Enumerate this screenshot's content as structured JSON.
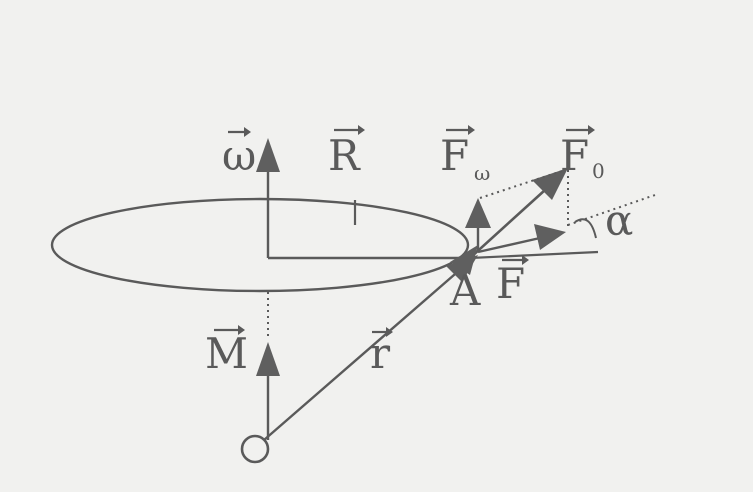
{
  "labels": {
    "omega": "ω",
    "R": "R",
    "F_omega_main": "F",
    "F_omega_sub": "ω",
    "F0_main": "F",
    "F0_sub": "0",
    "alpha": "α",
    "A": "A",
    "F": "F",
    "M": "M",
    "r": "r"
  },
  "colors": {
    "ink": "#5a5a5a",
    "arrow_fill": "#5f5f5f",
    "background": "#f1f1ef"
  }
}
